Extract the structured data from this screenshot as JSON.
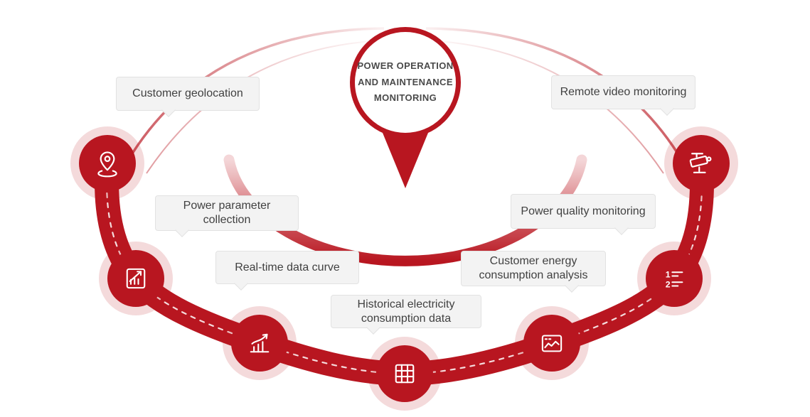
{
  "diagram_title": {
    "lines": [
      "POWER OPERATION",
      "AND MAINTENANCE",
      "MONITORING"
    ]
  },
  "nodes": [
    {
      "id": "customer-geolocation",
      "label": "Customer geolocation",
      "icon": "location-pin-icon"
    },
    {
      "id": "power-parameter-collection",
      "label": "Power parameter collection",
      "icon": "parameter-board-icon"
    },
    {
      "id": "real-time-data-curve",
      "label": "Real-time data curve",
      "icon": "bar-chart-growth-icon"
    },
    {
      "id": "historical-electricity-consumption-data",
      "label": "Historical electricity consumption data",
      "icon": "data-table-icon"
    },
    {
      "id": "customer-energy-consumption-analysis",
      "label": "Customer energy consumption analysis",
      "icon": "trend-window-icon"
    },
    {
      "id": "power-quality-monitoring",
      "label": "Power quality monitoring",
      "icon": "numbered-list-icon"
    },
    {
      "id": "remote-video-monitoring",
      "label": "Remote video monitoring",
      "icon": "cctv-camera-icon"
    }
  ],
  "colors": {
    "primary_red": "#b81620",
    "halo_pink": "rgba(184,22,32,0.16)",
    "label_bg": "#f3f3f3",
    "label_border": "#e2e2e2",
    "label_text": "#414141",
    "title_text": "#4a4a4a",
    "dash_color": "#ffffff"
  }
}
